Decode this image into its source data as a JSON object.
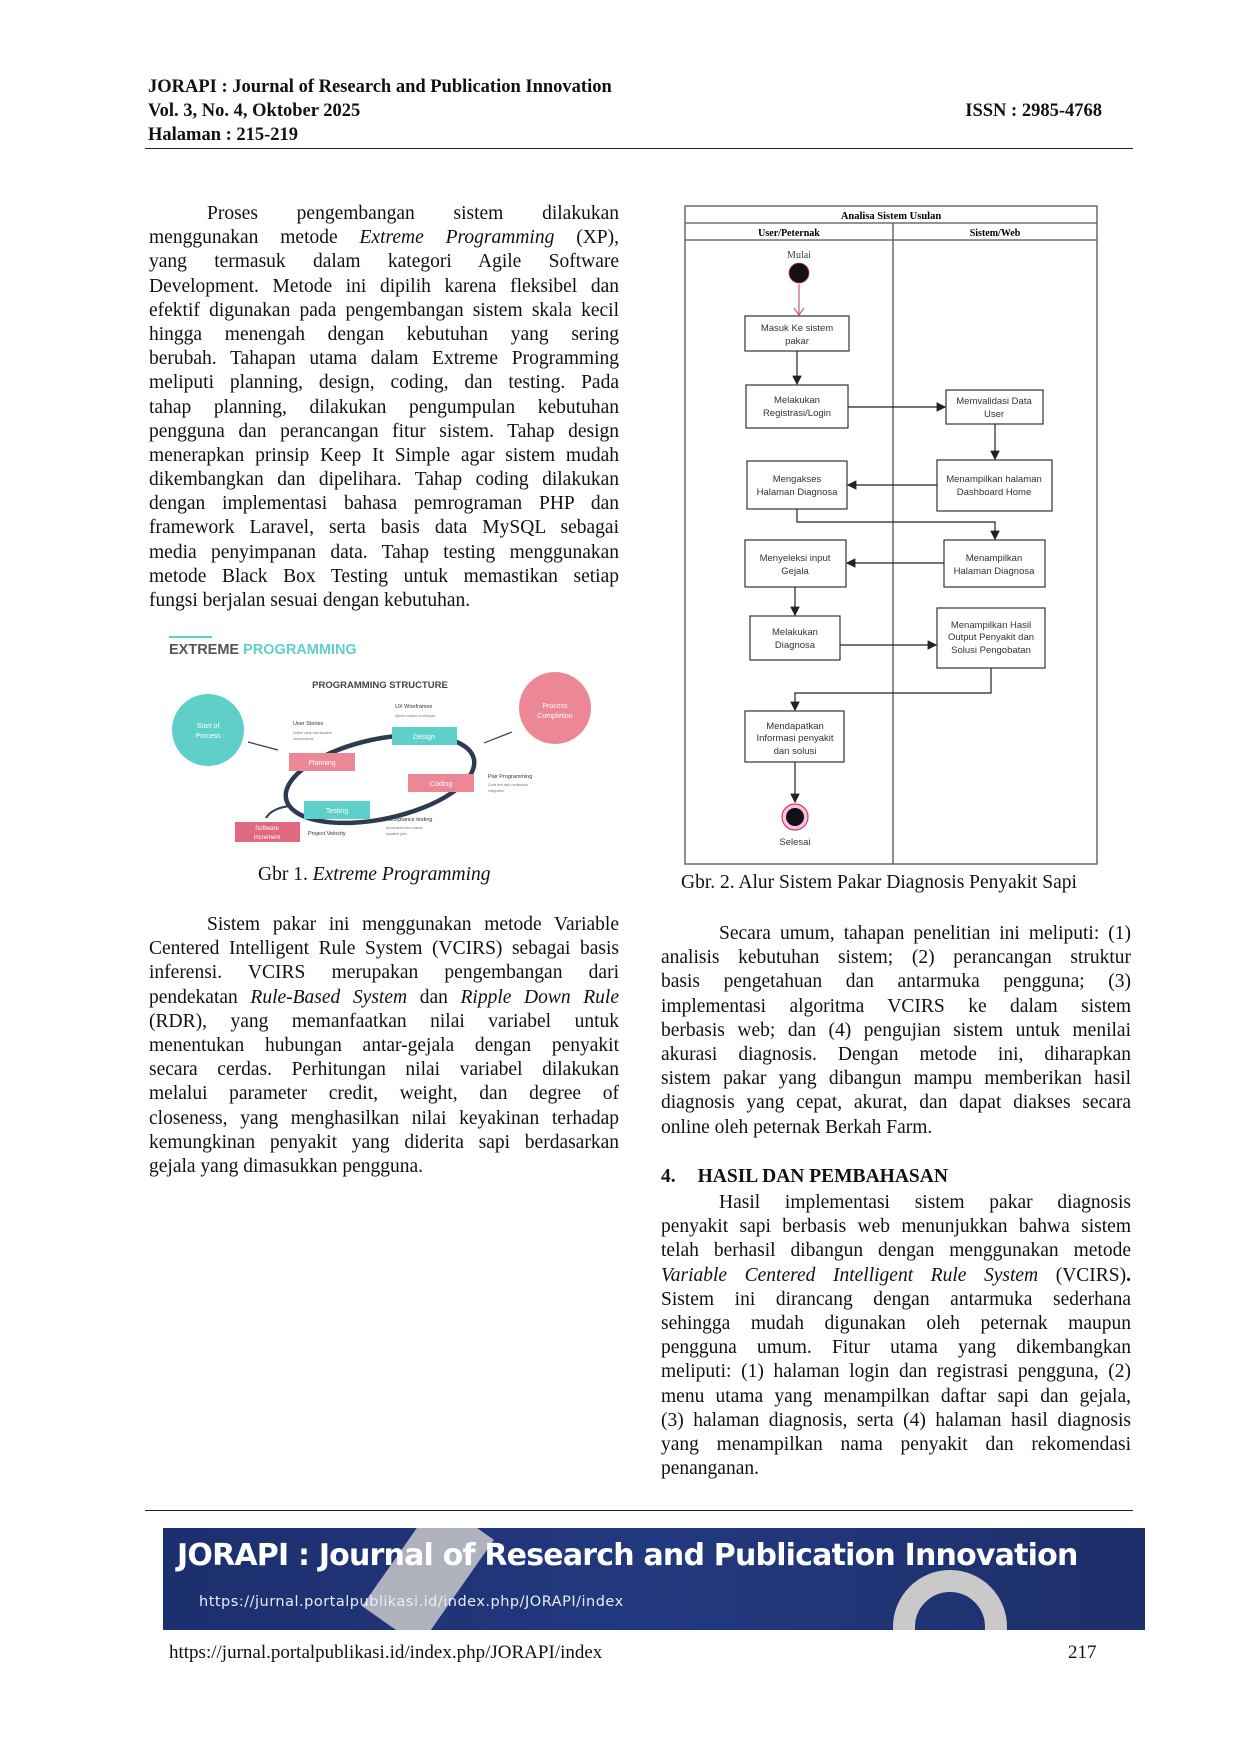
{
  "header": {
    "journal": "JORAPI : Journal of Research and Publication Innovation",
    "volume": "Vol. 3, No. 4, Oktober 2025",
    "pages": "Halaman : 215-219",
    "issn": "ISSN : 2985-4768"
  },
  "left_column": {
    "paragraph1": [
      [
        "Proses pengembangan sistem dilakukan"
      ],
      [
        "menggunakan metode ",
        {
          "i": "Extreme Programming"
        },
        " (XP),"
      ],
      [
        "yang termasuk dalam kategori Agile Software"
      ],
      [
        "Development. Metode ini dipilih karena fleksibel dan"
      ],
      [
        "efektif digunakan pada pengembangan sistem skala kecil"
      ],
      [
        "hingga menengah dengan kebutuhan yang sering"
      ],
      [
        "berubah. Tahapan utama dalam Extreme Programming"
      ],
      [
        "meliputi planning, design, coding, dan testing. Pada"
      ],
      [
        "tahap planning, dilakukan pengumpulan kebutuhan"
      ],
      [
        "pengguna dan perancangan fitur sistem. Tahap design"
      ],
      [
        "menerapkan prinsip Keep It Simple agar sistem mudah"
      ],
      [
        "dikembangkan dan dipelihara. Tahap coding dilakukan"
      ],
      [
        "dengan implementasi bahasa pemrograman PHP dan"
      ],
      [
        "framework Laravel, serta basis data MySQL sebagai"
      ],
      [
        "media penyimpanan data. Tahap testing menggunakan"
      ],
      [
        "metode Black Box Testing untuk memastikan setiap"
      ],
      [
        "fungsi berjalan sesuai dengan kebutuhan."
      ]
    ],
    "figure1": {
      "caption_prefix": "Gbr 1. ",
      "caption_italic": "Extreme Programming",
      "title_dark": "EXTREME",
      "title_accent": "PROGRAMMING",
      "subtitle": "PROGRAMMING STRUCTURE",
      "start": [
        "Start of",
        "Process"
      ],
      "end": [
        "Process",
        "Completion"
      ],
      "planning": "Planning",
      "design": "Design",
      "coding": "Coding",
      "testing": "Testing",
      "increment": [
        "Software",
        "Increment"
      ],
      "user_stories": "User Stories",
      "user_stories_sub": [
        "Define clear and testable",
        "requirements"
      ],
      "ux": "UX Wireframes",
      "ux_sub": "Speed solution prototypes",
      "pair": "Pair Programming",
      "pair_sub": [
        "Code test with continuous",
        "integration"
      ],
      "acceptance": "Acceptance testing",
      "acceptance_sub": [
        "Acceptance test criteria",
        "baseline plan"
      ],
      "velocity": "Project Velocity",
      "teal": "#5fcfc9",
      "pink": "#ec8796"
    },
    "paragraph2": [
      [
        "Sistem pakar ini menggunakan metode Variable"
      ],
      [
        "Centered Intelligent Rule System (VCIRS) sebagai basis"
      ],
      [
        "inferensi. VCIRS merupakan pengembangan dari"
      ],
      [
        "pendekatan ",
        {
          "i": "Rule-Based System"
        },
        " dan ",
        {
          "i": "Ripple Down Rule"
        }
      ],
      [
        "(RDR), yang memanfaatkan nilai variabel untuk"
      ],
      [
        "menentukan hubungan antar-gejala dengan penyakit"
      ],
      [
        "secara cerdas. Perhitungan nilai variabel dilakukan"
      ],
      [
        "melalui parameter credit, weight, dan degree of"
      ],
      [
        "closeness, yang menghasilkan nilai keyakinan terhadap"
      ],
      [
        "kemungkinan penyakit yang diderita sapi berdasarkan"
      ],
      [
        "gejala yang dimasukkan pengguna."
      ]
    ]
  },
  "right_column": {
    "figure2": {
      "caption": "Gbr. 2. Alur Sistem Pakar Diagnosis Penyakit Sapi",
      "title": "Analisa Sistem Usulan",
      "lane_user": "User/Peternak",
      "lane_system": "Sistem/Web",
      "start": "Mulai",
      "end": "Selesai",
      "nodes": {
        "masuk": [
          "Masuk Ke sistem",
          "pakar"
        ],
        "registrasi": [
          "Melakukan",
          "Registrasi/Login"
        ],
        "validasi": [
          "Memvalidasi Data",
          "User"
        ],
        "dashboard": [
          "Menampilkan halaman",
          "Dashboard Home"
        ],
        "akses": [
          "Mengakses",
          "Halaman Diagnosa"
        ],
        "tampil_diagnosa": [
          "Menampilkan",
          "Halaman Diagnosa"
        ],
        "seleksi": [
          "Menyeleksi input",
          "Gejala"
        ],
        "diagnosa": [
          "Melakukan",
          "Diagnosa"
        ],
        "hasil": [
          "Menampilkan Hasil",
          "Output Penyakit dan",
          "Solusi Pengobatan"
        ],
        "informasi": [
          "Mendapatkan",
          "Informasi penyakit",
          "dan solusi"
        ]
      }
    },
    "paragraph3": [
      [
        "Secara umum, tahapan penelitian ini meliputi: (1)"
      ],
      [
        "analisis kebutuhan sistem; (2) perancangan struktur"
      ],
      [
        "basis pengetahuan dan antarmuka pengguna; (3)"
      ],
      [
        "implementasi algoritma VCIRS ke dalam sistem"
      ],
      [
        "berbasis web; dan (4) pengujian sistem untuk menilai"
      ],
      [
        "akurasi diagnosis. Dengan metode ini, diharapkan"
      ],
      [
        "sistem pakar yang dibangun mampu memberikan hasil"
      ],
      [
        "diagnosis yang cepat, akurat, dan dapat diakses secara"
      ],
      [
        "online oleh peternak Berkah Farm."
      ]
    ],
    "section": {
      "number": "4.",
      "title": "HASIL DAN PEMBAHASAN"
    },
    "paragraph4": [
      [
        "Hasil implementasi sistem pakar diagnosis"
      ],
      [
        "penyakit sapi berbasis web menunjukkan bahwa sistem"
      ],
      [
        "telah berhasil dibangun dengan menggunakan metode"
      ],
      [
        {
          "i": "Variable Centered Intelligent Rule System"
        },
        " (VCIRS)",
        {
          "b": "."
        }
      ],
      [
        "Sistem ini dirancang dengan antarmuka sederhana"
      ],
      [
        "sehingga mudah digunakan oleh peternak maupun"
      ],
      [
        "pengguna umum. Fitur utama yang dikembangkan"
      ],
      [
        "meliputi: (1) halaman login dan registrasi pengguna, (2)"
      ],
      [
        "menu utama yang menampilkan daftar sapi dan gejala,"
      ],
      [
        "(3) halaman diagnosis, serta (4) halaman hasil diagnosis"
      ],
      [
        "yang menampilkan nama penyakit dan rekomendasi"
      ],
      [
        "penanganan."
      ]
    ]
  },
  "footer": {
    "banner_title": "JORAPI : Journal of Research and Publication Innovation",
    "banner_url": "https://jurnal.portalpublikasi.id/index.php/JORAPI/index",
    "url": "https://jurnal.portalpublikasi.id/index.php/JORAPI/index",
    "page_number": "217",
    "banner_color": "#21377a"
  }
}
